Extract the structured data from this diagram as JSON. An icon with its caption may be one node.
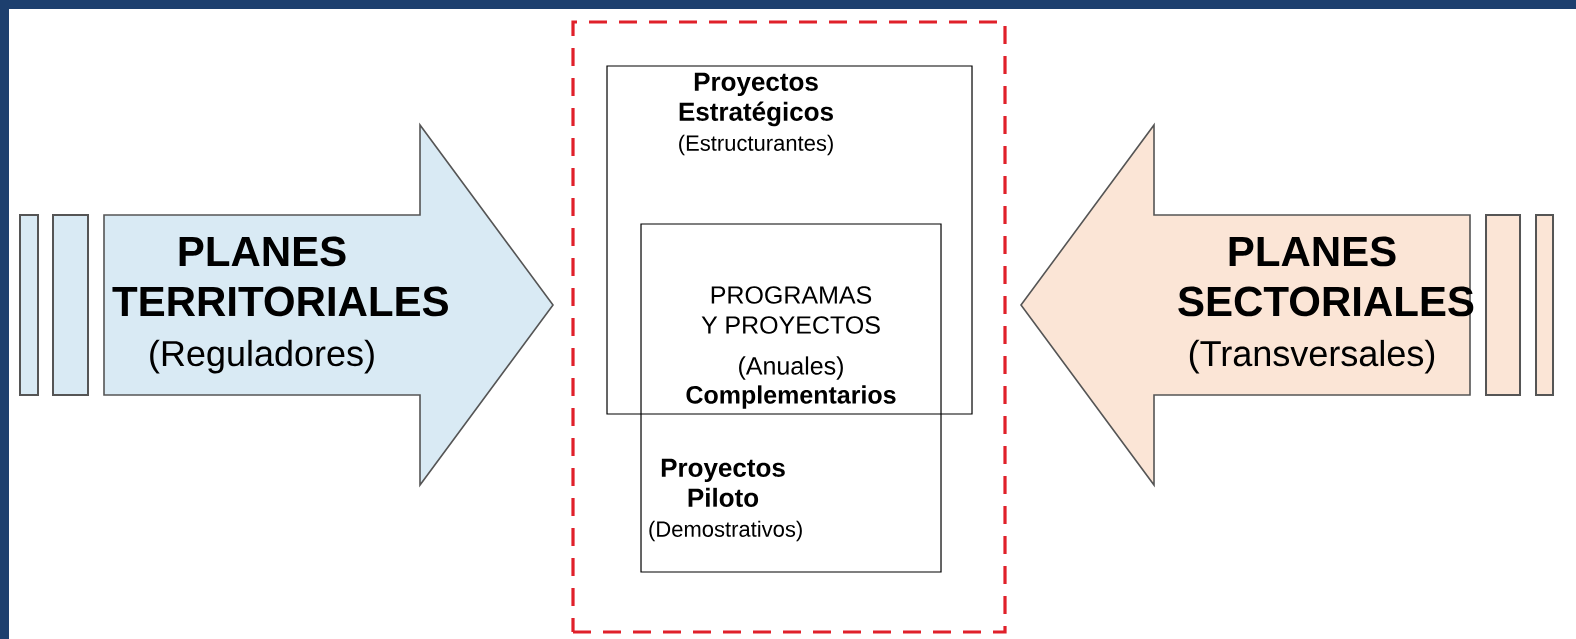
{
  "diagram": {
    "nodes": [
      {
        "text": [
          "PLANES TERRITORIALES",
          "(Reguladores)"
        ]
      },
      {
        "text": [],
        "shape": "box"
      },
      {
        "text": [
          "Proyectos Estratégicos",
          "(Estructurantes)"
        ],
        "in": 1
      },
      {
        "text": [
          "Proyectos Piloto",
          "(Demostrativos)"
        ],
        "in": 1
      },
      {
        "text": [
          "PLANES SECTORIALES",
          "(Transversales)"
        ]
      }
    ],
    "labels": [
      "PROGRAMAS Y PROYECTOS",
      "(Anuales)",
      "Complementarios"
    ]
  }
}
